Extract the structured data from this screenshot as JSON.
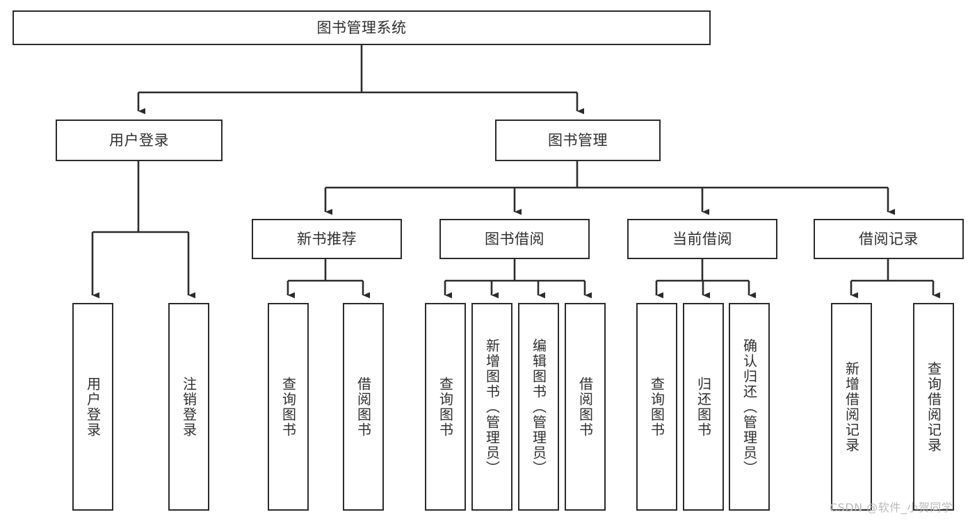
{
  "diagram": {
    "title_node": {
      "label": "图书管理系统"
    },
    "level2": [
      {
        "id": "user-login",
        "label": "用户登录"
      },
      {
        "id": "book-management",
        "label": "图书管理"
      }
    ],
    "level3": [
      {
        "id": "new-book-recommend",
        "label": "新书推荐"
      },
      {
        "id": "book-borrow",
        "label": "图书借阅"
      },
      {
        "id": "current-borrow",
        "label": "当前借阅"
      },
      {
        "id": "borrow-record",
        "label": "借阅记录"
      }
    ],
    "leaves": {
      "user_login": [
        {
          "id": "leaf-user-login",
          "label": "用户登录"
        },
        {
          "id": "leaf-logout-login",
          "label": "注销登录"
        }
      ],
      "new_book_recommend": [
        {
          "id": "leaf-query-book-1",
          "label": "查询图书"
        },
        {
          "id": "leaf-borrow-book-1",
          "label": "借阅图书"
        }
      ],
      "book_borrow": [
        {
          "id": "leaf-query-book-2",
          "label": "查询图书"
        },
        {
          "id": "leaf-add-book",
          "label": "新增图书（管理员）"
        },
        {
          "id": "leaf-edit-book",
          "label": "编辑图书（管理员）"
        },
        {
          "id": "leaf-borrow-book-2",
          "label": "借阅图书"
        }
      ],
      "current_borrow": [
        {
          "id": "leaf-query-book-3",
          "label": "查询图书"
        },
        {
          "id": "leaf-return-book",
          "label": "归还图书"
        },
        {
          "id": "leaf-confirm-return",
          "label": "确认归还（管理员）"
        }
      ],
      "borrow_record": [
        {
          "id": "leaf-add-record",
          "label": "新增借阅记录"
        },
        {
          "id": "leaf-query-record",
          "label": "查询借阅记录"
        }
      ]
    },
    "watermark": {
      "text": "CSDN @软件_小贺同学"
    },
    "colors": {
      "stroke": "#2b2b2b",
      "text": "#2f2f2f",
      "background": "#ffffff",
      "watermark": "#b9b9b9"
    }
  }
}
